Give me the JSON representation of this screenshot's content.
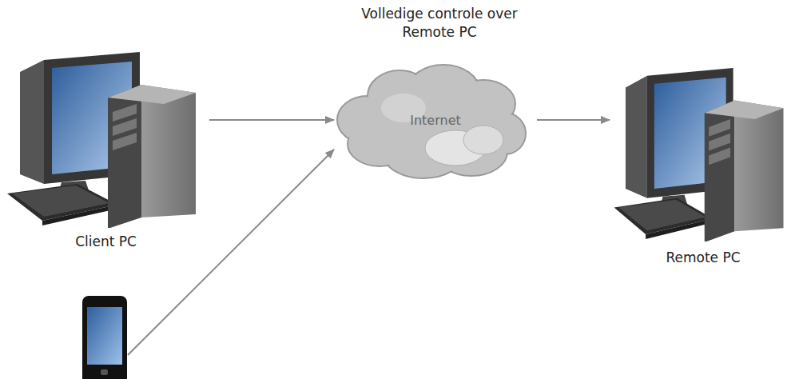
{
  "diagram": {
    "nodes": [
      {
        "text": [
          "Client PC"
        ]
      },
      {
        "text": [
          "Internet"
        ]
      },
      {
        "text": [
          "Remote PC"
        ]
      }
    ],
    "edges": [
      {
        "from": 0,
        "to": 1,
        "arrow": "to"
      },
      {
        "from": 1,
        "to": 2,
        "arrow": "to"
      }
    ],
    "labels": [
      "Volledige controle over Remote PC"
    ]
  }
}
